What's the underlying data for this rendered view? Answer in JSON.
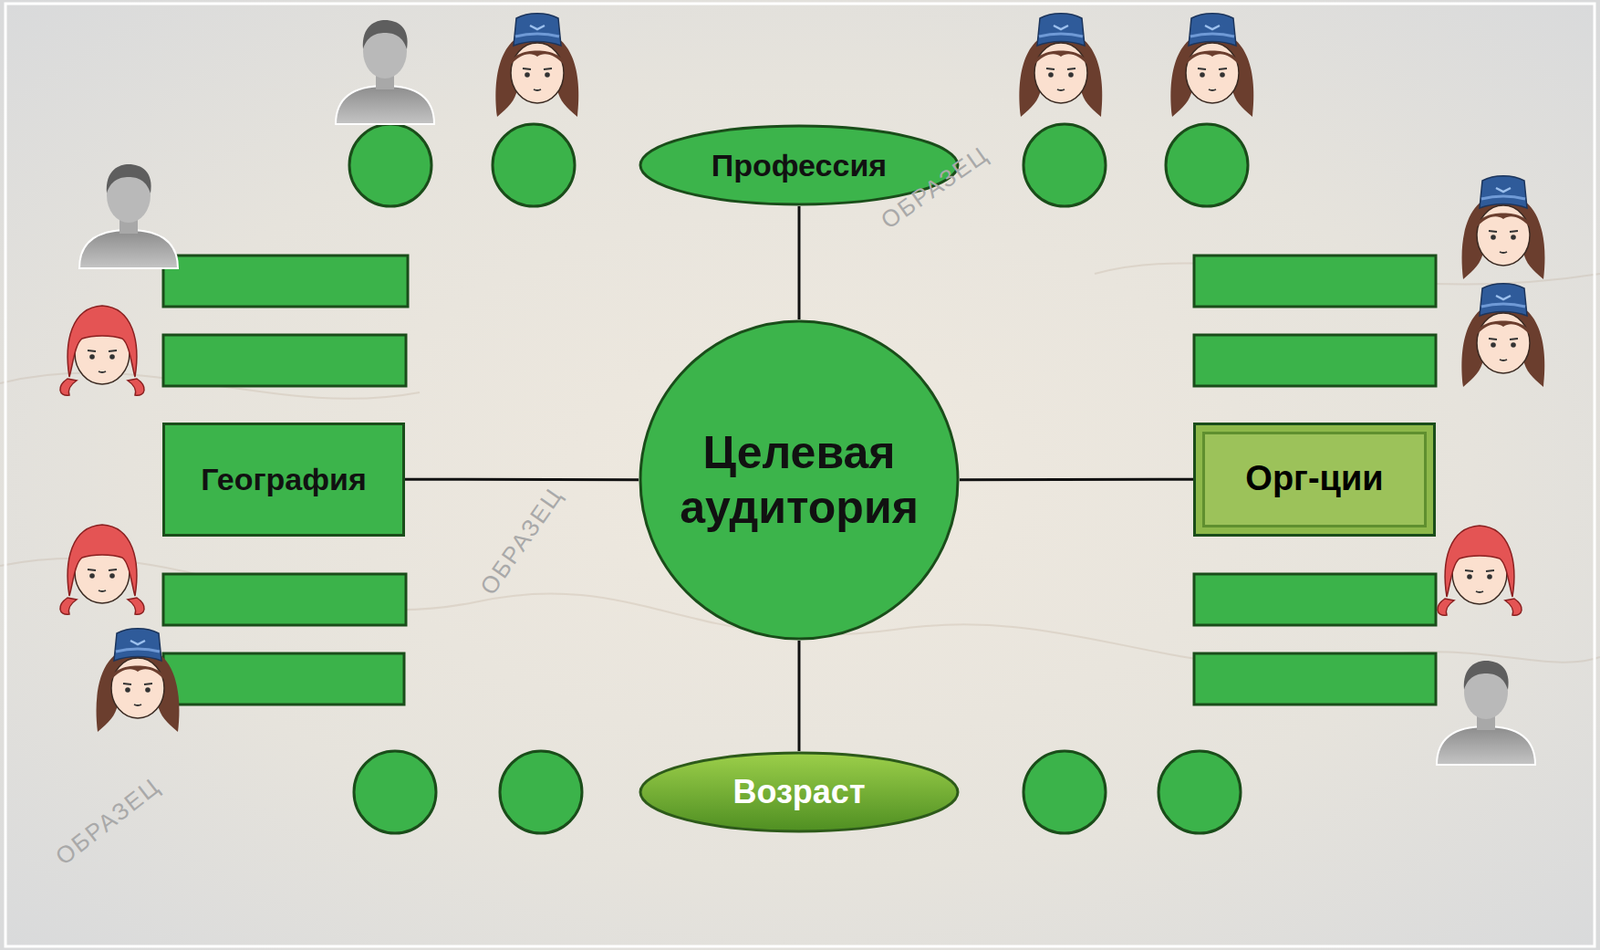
{
  "diagram": {
    "nodes": [
      {
        "text": [
          "Профессия"
        ]
      },
      {
        "text": [
          "География"
        ]
      },
      {
        "text": [
          "Целевая аудитория"
        ]
      },
      {
        "text": [
          "Орг-ции"
        ]
      },
      {
        "text": [
          "Возраст"
        ]
      }
    ],
    "edges": [
      {
        "from": 2,
        "to": 0,
        "arrow": "none"
      },
      {
        "from": 2,
        "to": 1,
        "arrow": "none"
      },
      {
        "from": 2,
        "to": 3,
        "arrow": "none"
      },
      {
        "from": 2,
        "to": 4,
        "arrow": "none"
      }
    ],
    "labels": [
      "ОБРАЗЕЦ",
      "ОБРАЗЕЦ",
      "ОБРАЗЕЦ"
    ]
  }
}
